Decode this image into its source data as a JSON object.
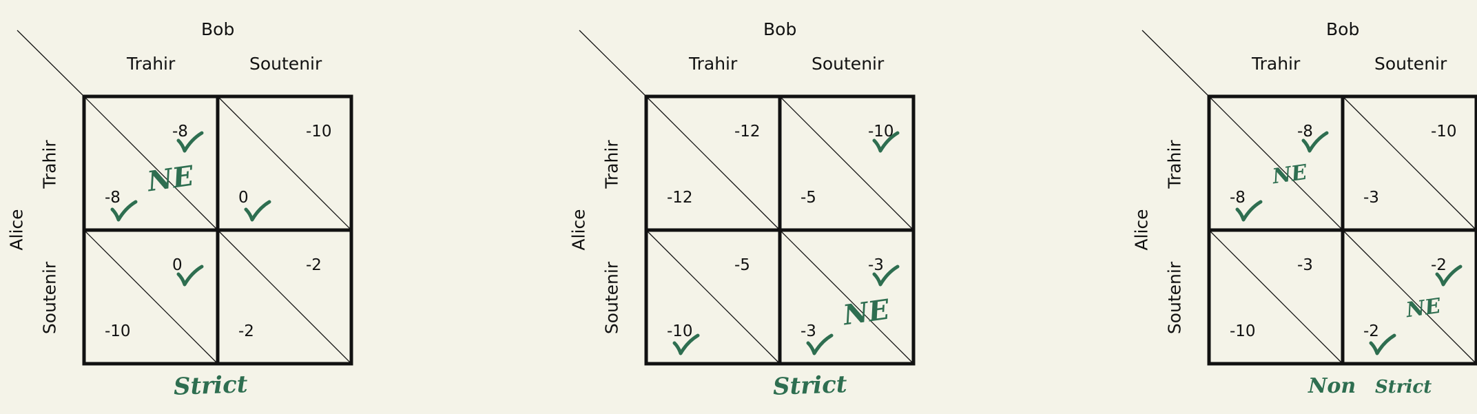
{
  "colors": {
    "background": "#f4f3e8",
    "ink": "#111111",
    "annotation": "#2e6e50"
  },
  "games": [
    {
      "column_player": "Bob",
      "row_player": "Alice",
      "columns": [
        "Trahir",
        "Soutenir"
      ],
      "rows": [
        "Trahir",
        "Soutenir"
      ],
      "cells": [
        {
          "bob": "-8",
          "alice": "-8",
          "bob_check": true,
          "alice_check": true,
          "ne": "NE"
        },
        {
          "bob": "-10",
          "alice": "0",
          "bob_check": false,
          "alice_check": true,
          "ne": ""
        },
        {
          "bob": "0",
          "alice": "-10",
          "bob_check": true,
          "alice_check": false,
          "ne": ""
        },
        {
          "bob": "-2",
          "alice": "-2",
          "bob_check": false,
          "alice_check": false,
          "ne": ""
        }
      ],
      "note": [
        "Strict"
      ]
    },
    {
      "column_player": "Bob",
      "row_player": "Alice",
      "columns": [
        "Trahir",
        "Soutenir"
      ],
      "rows": [
        "Trahir",
        "Soutenir"
      ],
      "cells": [
        {
          "bob": "-12",
          "alice": "-12",
          "bob_check": false,
          "alice_check": false,
          "ne": ""
        },
        {
          "bob": "-10",
          "alice": "-5",
          "bob_check": true,
          "alice_check": false,
          "ne": ""
        },
        {
          "bob": "-5",
          "alice": "-10",
          "bob_check": false,
          "alice_check": true,
          "ne": ""
        },
        {
          "bob": "-3",
          "alice": "-3",
          "bob_check": true,
          "alice_check": true,
          "ne": "NE"
        }
      ],
      "note": [
        "Strict"
      ]
    },
    {
      "column_player": "Bob",
      "row_player": "Alice",
      "columns": [
        "Trahir",
        "Soutenir"
      ],
      "rows": [
        "Trahir",
        "Soutenir"
      ],
      "cells": [
        {
          "bob": "-8",
          "alice": "-8",
          "bob_check": true,
          "alice_check": true,
          "ne": "NE"
        },
        {
          "bob": "-10",
          "alice": "-3",
          "bob_check": false,
          "alice_check": false,
          "ne": ""
        },
        {
          "bob": "-3",
          "alice": "-10",
          "bob_check": false,
          "alice_check": false,
          "ne": ""
        },
        {
          "bob": "-2",
          "alice": "-2",
          "bob_check": true,
          "alice_check": true,
          "ne": "NE"
        }
      ],
      "note": [
        "Non",
        "Strict"
      ]
    }
  ]
}
